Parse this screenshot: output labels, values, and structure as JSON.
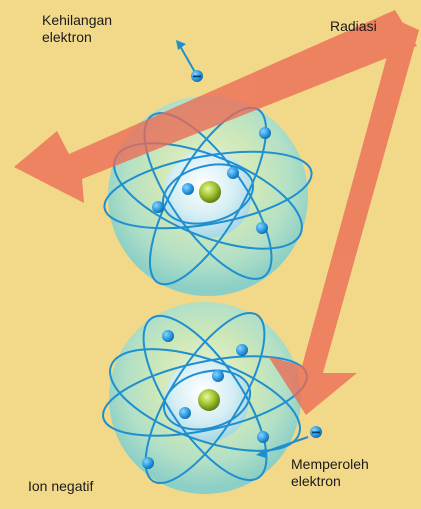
{
  "labels": {
    "electron_loss_line1": "Kehilangan",
    "electron_loss_line2": "elektron",
    "radiation": "Radiasi",
    "negative_ion": "Ion negatif",
    "electron_gain_line1": "Memperoleh",
    "electron_gain_line2": "elektron"
  },
  "colors": {
    "background": "#f2d98a",
    "arrow": "#ec6a55",
    "orbit": "#1f8fcf",
    "electron": "#2a9be0",
    "nucleus": "#8fb52a",
    "sphere_center": "#e6f3cf",
    "sphere_edge": "#9fd8cf"
  }
}
